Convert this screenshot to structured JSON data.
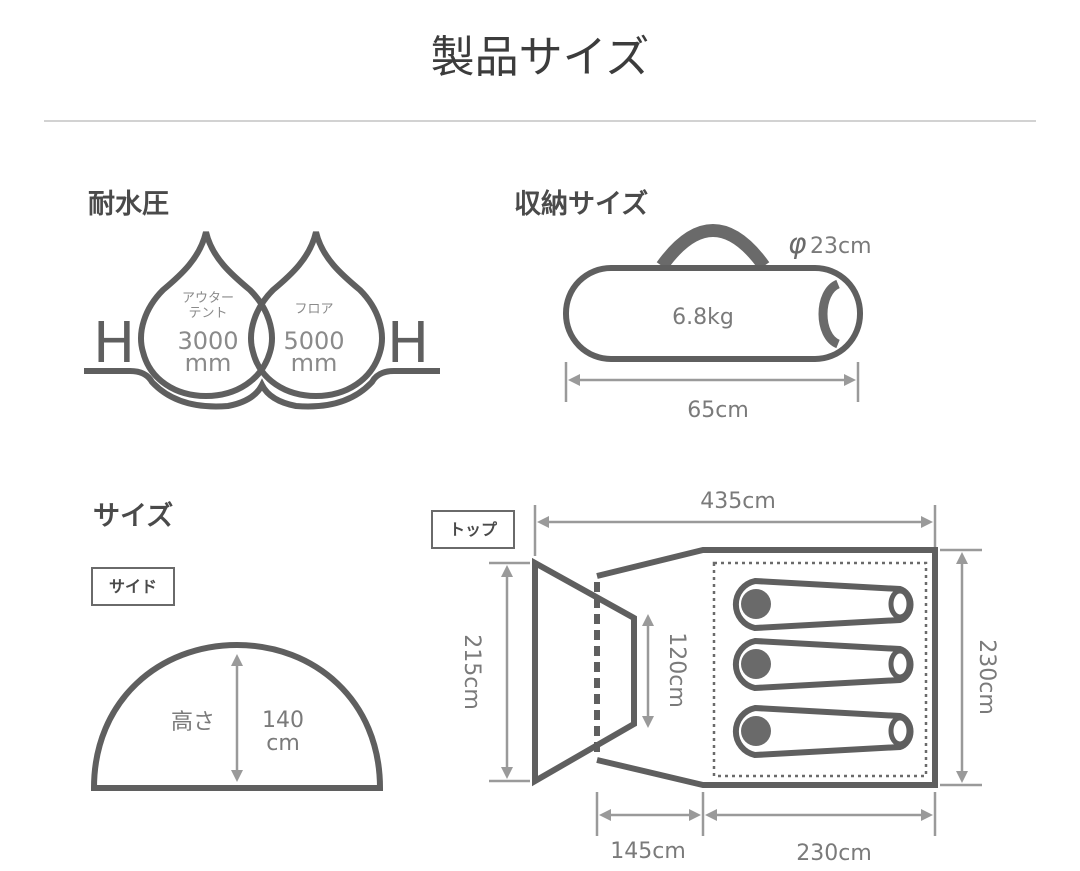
{
  "page_title": "製品サイズ",
  "water": {
    "heading": "耐水圧",
    "h_left": "H",
    "h_right": "H",
    "outer_label_1": "アウター",
    "outer_label_2": "テント",
    "outer_value": "3000",
    "outer_unit": "mm",
    "floor_label": "フロア",
    "floor_value": "5000",
    "floor_unit": "mm"
  },
  "storage": {
    "heading": "収納サイズ",
    "diameter_symbol": "φ",
    "diameter": "23cm",
    "weight": "6.8kg",
    "length": "65cm"
  },
  "size": {
    "heading": "サイズ",
    "side_tag": "サイド",
    "height_label": "高さ",
    "height_value": "140",
    "height_unit": "cm",
    "top_tag": "トップ",
    "total_length": "435cm",
    "front_width": "215cm",
    "vestibule_width": "120cm",
    "inner_width": "230cm",
    "vestibule_length": "145cm",
    "inner_length": "230cm"
  }
}
